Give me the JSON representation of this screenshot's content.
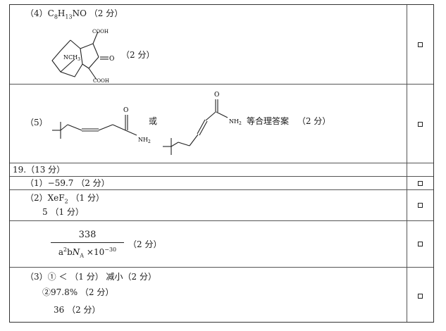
{
  "rows": [
    {
      "label_prefix": "（4）C",
      "formula_sub1": "8",
      "formula_mid": "H",
      "formula_sub2": "13",
      "formula_tail": "NO",
      "score": "（2 分）",
      "struct_cooh_top": "COOH",
      "struct_cooh_bottom": "COOH",
      "struct_nch3": "NCH",
      "struct_nch3_sub": "3",
      "struct_o": "O",
      "struct_score": "（2 分）"
    },
    {
      "label": "（5）",
      "nh2_left": "NH",
      "nh2_left_sub": "2",
      "or_text": "或",
      "o_left": "O",
      "o_right": "O",
      "nh2_right": "NH",
      "nh2_right_sub": "2",
      "tail_text": "等合理答案",
      "score": "（2 分）"
    },
    {
      "label": "19.（13 分）"
    },
    {
      "label": "（1）−59.7 （2 分）"
    },
    {
      "line1": "（2）XeF",
      "line1_sub": "2",
      "line1_tail": "（1 分）",
      "line2": "5 （1 分）"
    },
    {
      "numerator": "338",
      "den_a": "a",
      "den_a_sup": "2",
      "den_b": "b",
      "den_N": "N",
      "den_N_sub": "A",
      "den_times": "×10",
      "den_exp": "−30",
      "score": "（2 分）"
    },
    {
      "line1": "（3）① ＜ （1 分） 减小（2 分）",
      "line2": "②97.8% （2 分）",
      "line3": "36 （2 分）"
    }
  ]
}
